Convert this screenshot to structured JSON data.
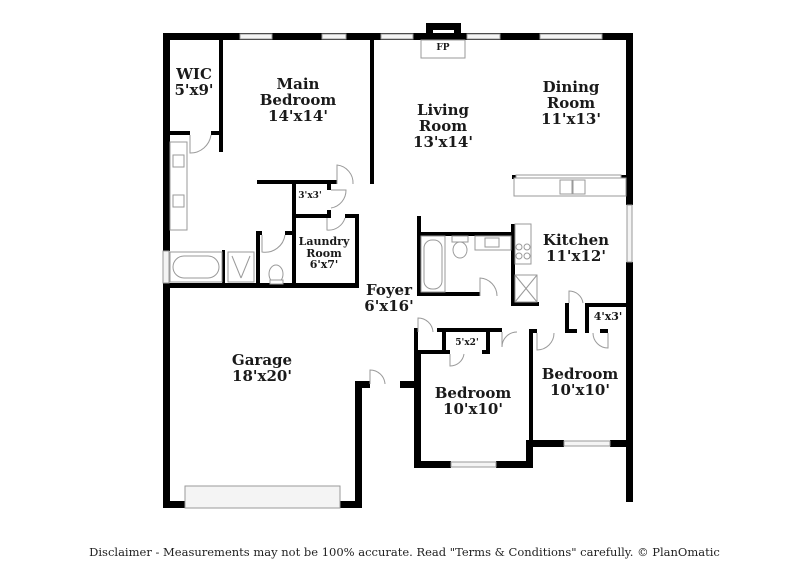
{
  "floorplan": {
    "rooms": [
      {
        "id": "wic",
        "name": "WIC",
        "size": "5'x9'"
      },
      {
        "id": "main-bedroom",
        "name": "Main\nBedroom",
        "name_line1": "Main",
        "name_line2": "Bedroom",
        "size": "14'x14'"
      },
      {
        "id": "living-room",
        "name_line1": "Living",
        "name_line2": "Room",
        "size": "13'x14'"
      },
      {
        "id": "dining-room",
        "name_line1": "Dining",
        "name_line2": "Room",
        "size": "11'x13'"
      },
      {
        "id": "closet-3x3",
        "size": "3'x3'"
      },
      {
        "id": "laundry-room",
        "name_line1": "Laundry",
        "name_line2": "Room",
        "size": "6'x7'"
      },
      {
        "id": "kitchen",
        "name": "Kitchen",
        "size": "11'x12'"
      },
      {
        "id": "foyer",
        "name": "Foyer",
        "size": "6'x16'"
      },
      {
        "id": "closet-4x3",
        "size": "4'x3'"
      },
      {
        "id": "closet-5x2",
        "size": "5'x2'"
      },
      {
        "id": "garage",
        "name": "Garage",
        "size": "18'x20'"
      },
      {
        "id": "bedroom-2",
        "name": "Bedroom",
        "size": "10'x10'"
      },
      {
        "id": "bedroom-3",
        "name": "Bedroom",
        "size": "10'x10'"
      }
    ],
    "fireplace_label": "FP"
  },
  "footer": {
    "disclaimer": "Disclaimer - Measurements may not be 100% accurate. Read \"Terms & Conditions\" carefully. © PlanOmatic"
  }
}
